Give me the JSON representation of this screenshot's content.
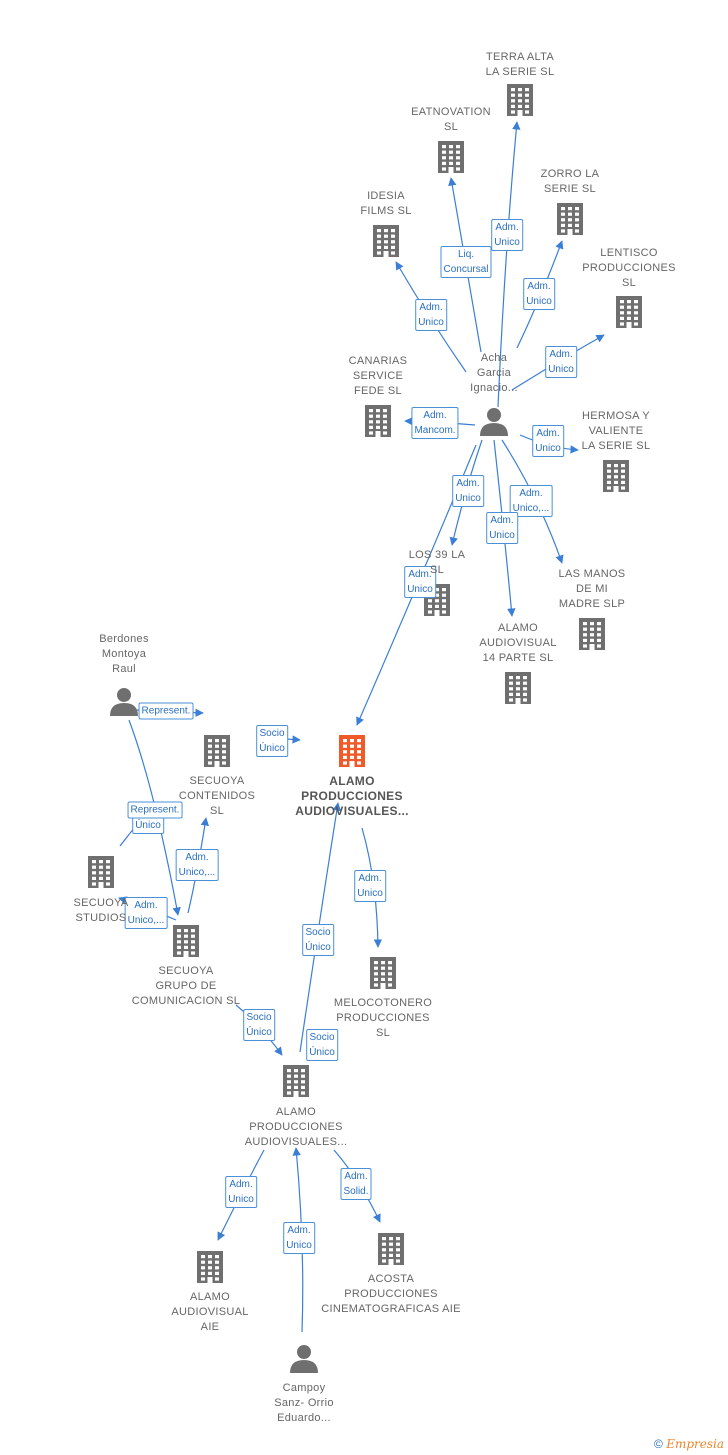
{
  "nodes": [
    {
      "id": "terra",
      "type": "company",
      "label": "TERRA ALTA\nLA SERIE  SL"
    },
    {
      "id": "eatnovation",
      "type": "company",
      "label": "EATNOVATION\nSL"
    },
    {
      "id": "zorro",
      "type": "company",
      "label": "ZORRO LA\nSERIE  SL"
    },
    {
      "id": "idesia",
      "type": "company",
      "label": "IDESIA\nFILMS  SL"
    },
    {
      "id": "lentisco",
      "type": "company",
      "label": "LENTISCO\nPRODUCCIONES\nSL"
    },
    {
      "id": "canarias",
      "type": "company",
      "label": "CANARIAS\nSERVICE\nFEDE  SL"
    },
    {
      "id": "acha",
      "type": "person",
      "label": "Acha\nGarcia\nIgnacio..."
    },
    {
      "id": "hermosa",
      "type": "company",
      "label": "HERMOSA Y\nVALIENTE\nLA SERIE  SL"
    },
    {
      "id": "los39",
      "type": "company",
      "label": "LOS 39 LA\nSL"
    },
    {
      "id": "manos",
      "type": "company",
      "label": "LAS MANOS\nDE MI\nMADRE  SLP"
    },
    {
      "id": "alamo14",
      "type": "company",
      "label": "ALAMO\nAUDIOVISUAL\n14 PARTE  SL"
    },
    {
      "id": "berdones",
      "type": "person",
      "label": "Berdones\nMontoya\nRaul"
    },
    {
      "id": "secuoya_cont",
      "type": "company",
      "label": "SECUOYA\nCONTENIDOS\nSL"
    },
    {
      "id": "alamo_main",
      "type": "company-main",
      "label": "ALAMO\nPRODUCCIONES\nAUDIOVISUALES..."
    },
    {
      "id": "secuoya_studios",
      "type": "company",
      "label": "SECUOYA\nSTUDIOS"
    },
    {
      "id": "secuoya_grupo",
      "type": "company",
      "label": "SECUOYA\nGRUPO DE\nCOMUNICACION SL"
    },
    {
      "id": "melocotonero",
      "type": "company",
      "label": "MELOCOTONERO\nPRODUCCIONES\nSL"
    },
    {
      "id": "alamo_prod2",
      "type": "company",
      "label": "ALAMO\nPRODUCCIONES\nAUDIOVISUALES..."
    },
    {
      "id": "alamo_aie",
      "type": "company",
      "label": "ALAMO\nAUDIOVISUAL\nAIE"
    },
    {
      "id": "acosta",
      "type": "company",
      "label": "ACOSTA\nPRODUCCIONES\nCINEMATOGRAFICAS AIE"
    },
    {
      "id": "campoy",
      "type": "person",
      "label": "Campoy\nSanz- Orrio\nEduardo..."
    }
  ],
  "edges": [
    {
      "from": "acha",
      "to": "terra",
      "label": "Adm.\nUnico"
    },
    {
      "from": "acha",
      "to": "eatnovation",
      "label": "Liq.\nConcursal"
    },
    {
      "from": "acha",
      "to": "zorro",
      "label": "Adm.\nUnico"
    },
    {
      "from": "acha",
      "to": "idesia",
      "label": "Adm.\nUnico"
    },
    {
      "from": "acha",
      "to": "lentisco",
      "label": "Adm.\nUnico"
    },
    {
      "from": "acha",
      "to": "canarias",
      "label": "Adm.\nMancom."
    },
    {
      "from": "acha",
      "to": "hermosa",
      "label": "Adm.\nUnico"
    },
    {
      "from": "acha",
      "to": "los39",
      "label": "Adm.\nUnico"
    },
    {
      "from": "acha",
      "to": "manos",
      "label": "Adm.\nUnico,..."
    },
    {
      "from": "acha",
      "to": "alamo14",
      "label": "Adm.\nUnico"
    },
    {
      "from": "acha",
      "to": "alamo_main",
      "label": "Adm.\nUnico"
    },
    {
      "from": "berdones",
      "to": "secuoya_cont",
      "label": "Represent."
    },
    {
      "from": "berdones",
      "to": "secuoya_grupo",
      "label": "Socio\nÚnico"
    },
    {
      "from": "secuoya_grupo",
      "to": "secuoya_cont",
      "label": "Adm.\nUnico,..."
    },
    {
      "from": "secuoya_grupo",
      "to": "secuoya_studios",
      "label": "Adm.\nUnico,..."
    },
    {
      "from": "secuoya_studios",
      "to": "berdones",
      "label": "Represent."
    },
    {
      "from": "secuoya_cont",
      "to": "alamo_main",
      "label": "Socio\nÚnico"
    },
    {
      "from": "alamo_main",
      "to": "melocotonero",
      "label": "Adm.\nUnico"
    },
    {
      "from": "alamo_prod2",
      "to": "alamo_main",
      "label": "Socio\nÚnico"
    },
    {
      "from": "secuoya_grupo",
      "to": "alamo_prod2",
      "label": "Socio\nÚnico"
    },
    {
      "from": "alamo_prod2",
      "to": "alamo_main",
      "label": "Socio\nÚnico"
    },
    {
      "from": "alamo_prod2",
      "to": "alamo_aie",
      "label": "Adm.\nUnico"
    },
    {
      "from": "alamo_prod2",
      "to": "acosta",
      "label": "Adm.\nSolid."
    },
    {
      "from": "campoy",
      "to": "alamo_prod2",
      "label": "Adm.\nUnico"
    }
  ],
  "colors": {
    "edge": "#3a7fd5",
    "icon": "#6f6f6f",
    "main_icon": "#f05a28"
  },
  "footer": {
    "copyright": "©",
    "brand": "Empresia"
  }
}
